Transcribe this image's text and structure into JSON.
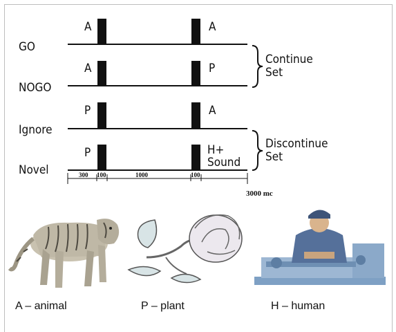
{
  "rows": [
    {
      "label": "GO",
      "left_letter": "A",
      "right_letter": "A"
    },
    {
      "label": "NOGO",
      "left_letter": "A",
      "right_letter": "P"
    },
    {
      "label": "Ignore",
      "left_letter": "P",
      "right_letter": "A"
    },
    {
      "label": "Novel",
      "left_letter": "P",
      "right_letter_line1": "H+",
      "right_letter_line2": "Sound"
    }
  ],
  "braces": {
    "continue_line1": "Continue",
    "continue_line2": "Set",
    "discontinue_line1": "Discontinue",
    "discontinue_line2": "Set"
  },
  "timeline": {
    "seg1": "300",
    "seg2": "100",
    "seg3": "1000",
    "seg4": "100",
    "total": "3000 mc"
  },
  "captions": {
    "animal": "A – animal",
    "plant": "P – plant",
    "human": "H – human"
  },
  "pictures": {
    "animal": "tiger-illustration",
    "plant": "rose-illustration",
    "human": "machinist-illustration"
  }
}
